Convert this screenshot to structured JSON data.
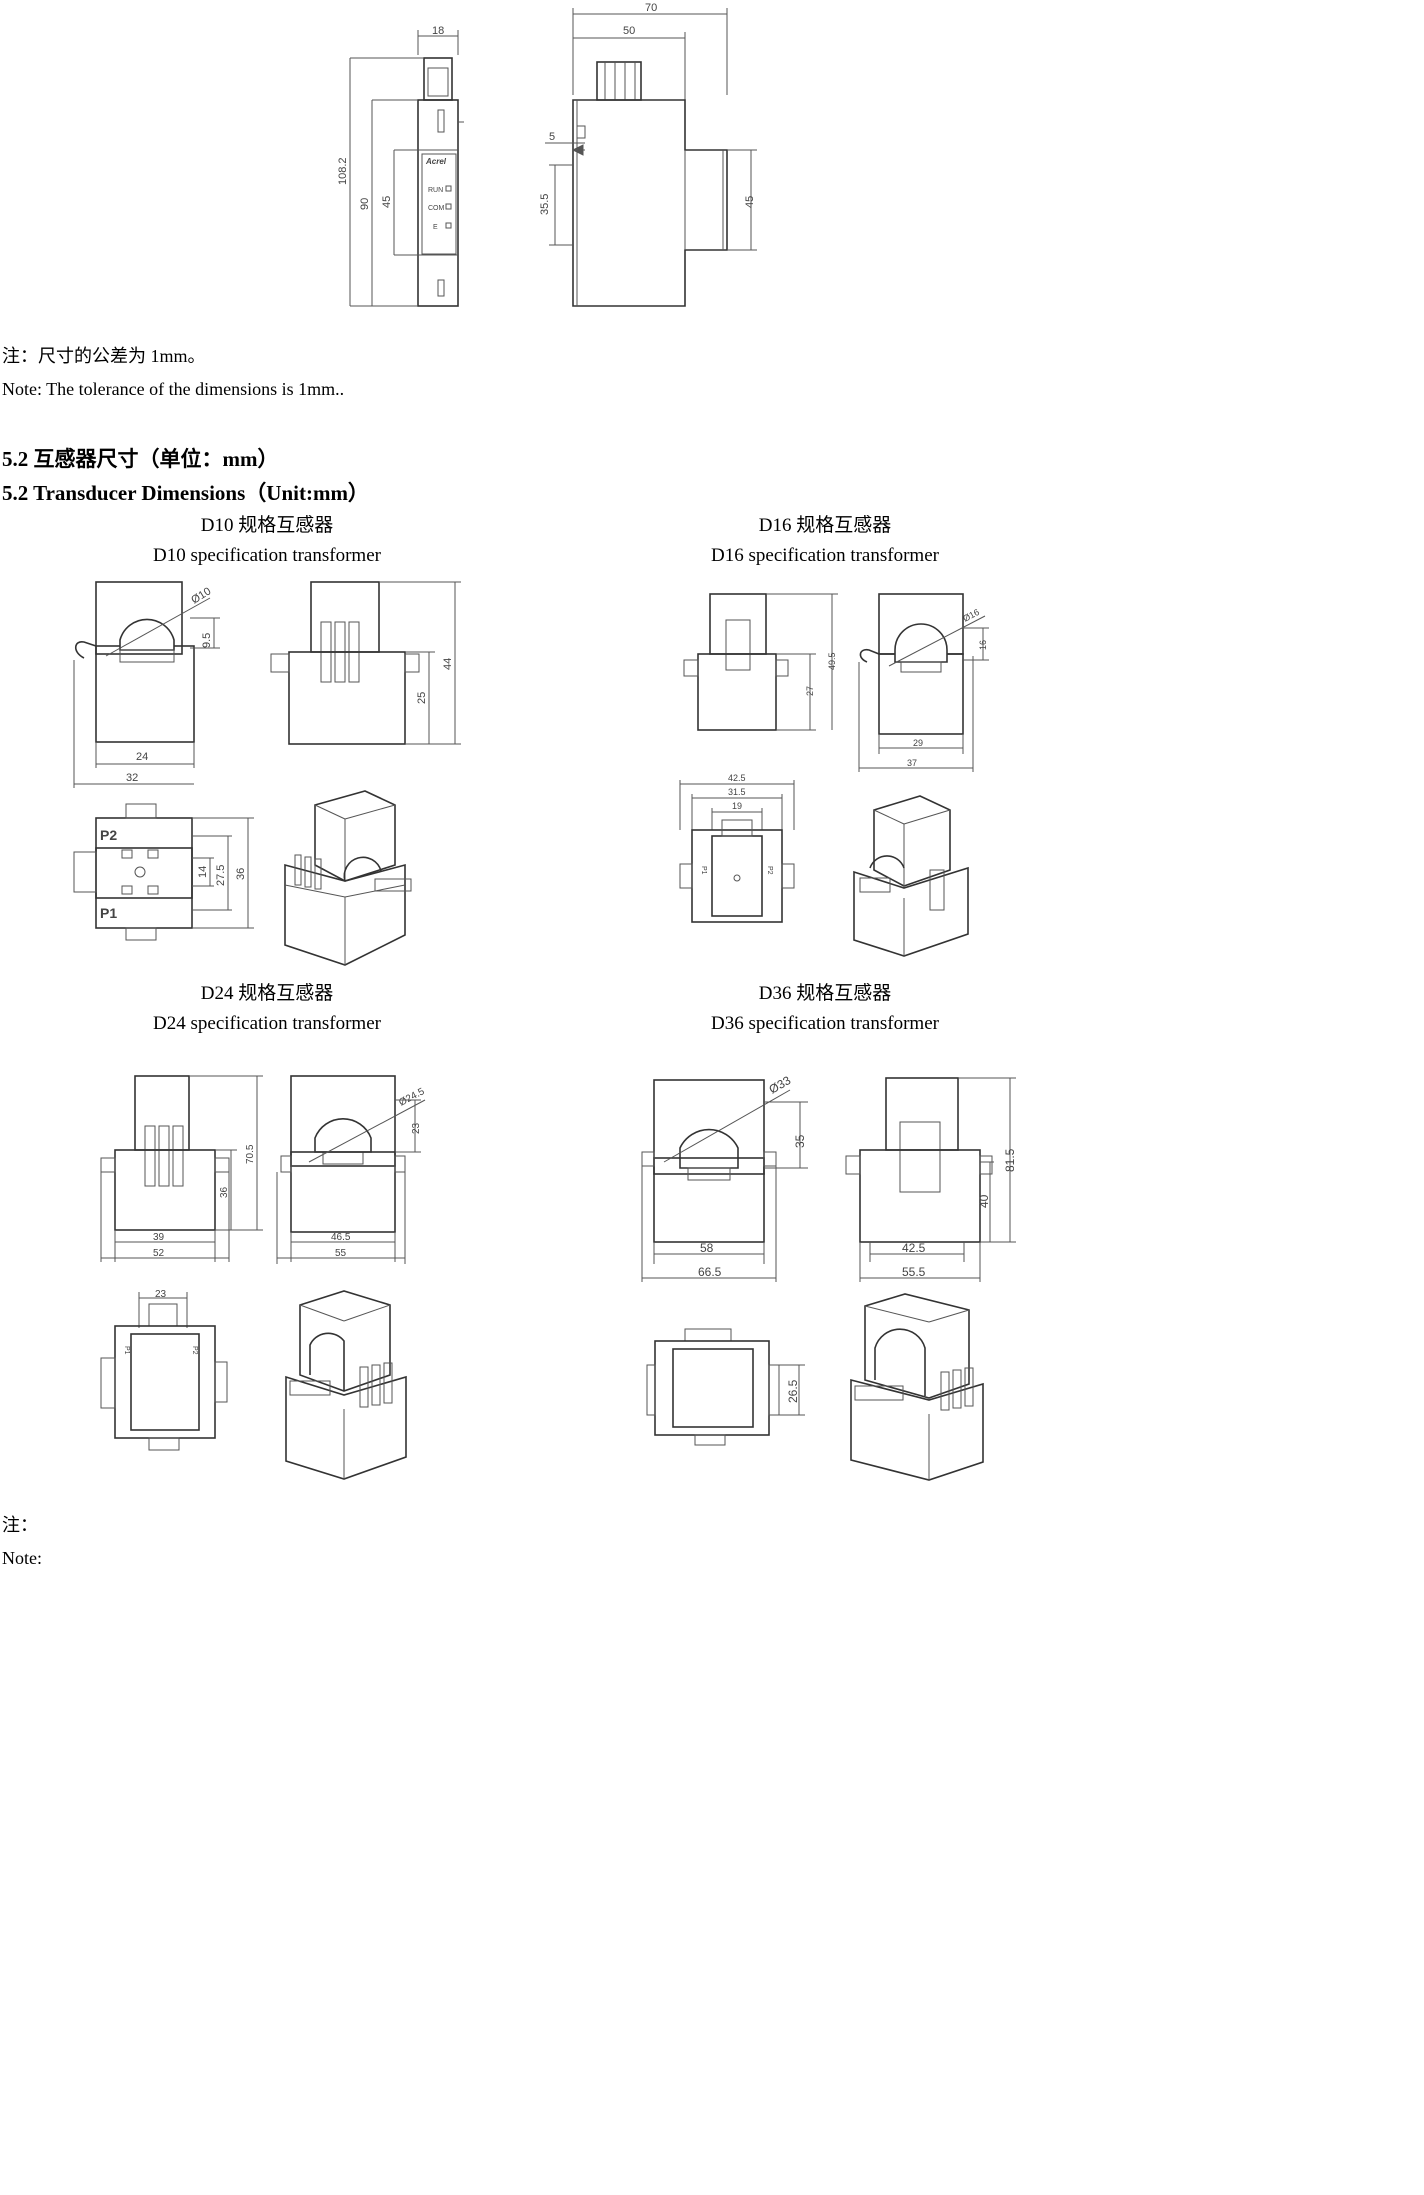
{
  "module_dims": {
    "width_18": "18",
    "height_108_2": "108.2",
    "height_90": "90",
    "height_45_left": "45",
    "width_70": "70",
    "width_50": "50",
    "gap_5": "5",
    "height_35_5": "35.5",
    "height_45_right": "45",
    "brand": "Acrel",
    "led_run": "RUN",
    "led_com": "COM",
    "led_e": "E"
  },
  "note_cn": "注：尺寸的公差为 1mm。",
  "note_en": "Note: The tolerance of the dimensions is 1mm..",
  "heading_cn": "5.2 互感器尺寸（单位：mm）",
  "heading_en": "5.2 Transducer Dimensions（Unit:mm）",
  "d10": {
    "cap_cn": "D10 规格互感器",
    "cap_en": "D10 specification transformer",
    "dia": "Ø10",
    "h9_5": "9.5",
    "w24": "24",
    "w32": "32",
    "h44": "44",
    "h25": "25",
    "h27_5": "27.5",
    "h36": "36",
    "h14": "14",
    "p1": "P1",
    "p2": "P2"
  },
  "d16": {
    "cap_cn": "D16 规格互感器",
    "cap_en": "D16 specification transformer",
    "dia": "Ø16",
    "h16": "16",
    "h49_5": "49.5",
    "h27": "27",
    "w29": "29",
    "w37": "37",
    "w42_5": "42.5",
    "w31_5": "31.5",
    "w19": "19",
    "p1": "P1",
    "p2": "P2"
  },
  "d24": {
    "cap_cn": "D24 规格互感器",
    "cap_en": "D24 specification transformer",
    "h70_5": "70.5",
    "h36": "36",
    "w39": "39",
    "w52": "52",
    "dia": "Ø24.5",
    "h23": "23",
    "w46_5": "46.5",
    "w55": "55",
    "w23": "23",
    "p1": "P1",
    "p2": "P2"
  },
  "d36": {
    "cap_cn": "D36 规格互感器",
    "cap_en": "D36 specification transformer",
    "dia": "Ø33",
    "h35": "35",
    "w58": "58",
    "w66_5": "66.5",
    "h81_5": "81.5",
    "h40": "40",
    "w42_5": "42.5",
    "w55_5": "55.5",
    "h26_5": "26.5"
  },
  "note2_cn": "注：",
  "note2_en": "Note:"
}
